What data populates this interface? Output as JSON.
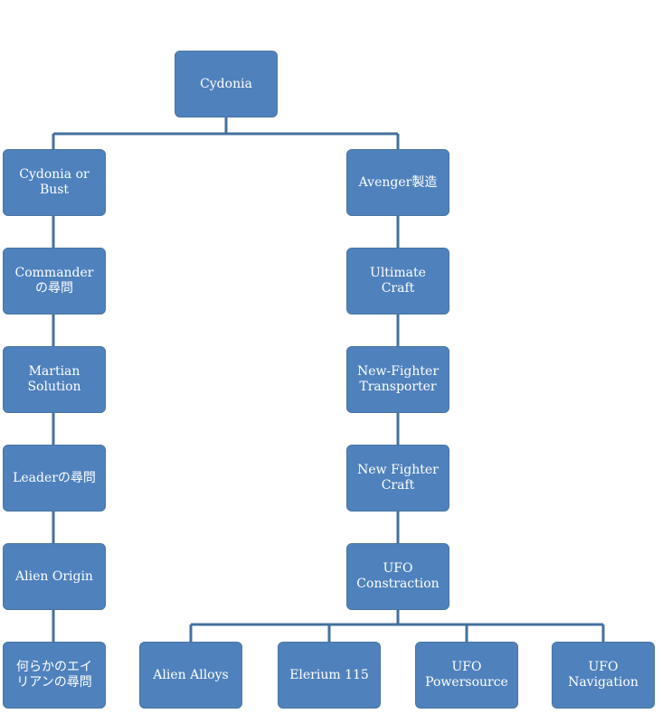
{
  "colors": {
    "node_fill": "#4f81bd",
    "node_text": "#ffffff",
    "connector": "#44709e"
  },
  "nodes": {
    "root": "Cydonia",
    "left": [
      "Cydonia or\nBust",
      "Commander\nの尋問",
      "Martian\nSolution",
      "Leaderの尋問",
      "Alien Origin",
      "何らかのエイ\nリアンの尋問"
    ],
    "right": [
      "Avenger製造",
      "Ultimate\nCraft",
      "New-Fighter\nTransporter",
      "New Fighter\nCraft",
      "UFO\nConstraction"
    ],
    "bottom": [
      "Alien Alloys",
      "Elerium 115",
      "UFO\nPowersource",
      "UFO\nNavigation"
    ]
  }
}
